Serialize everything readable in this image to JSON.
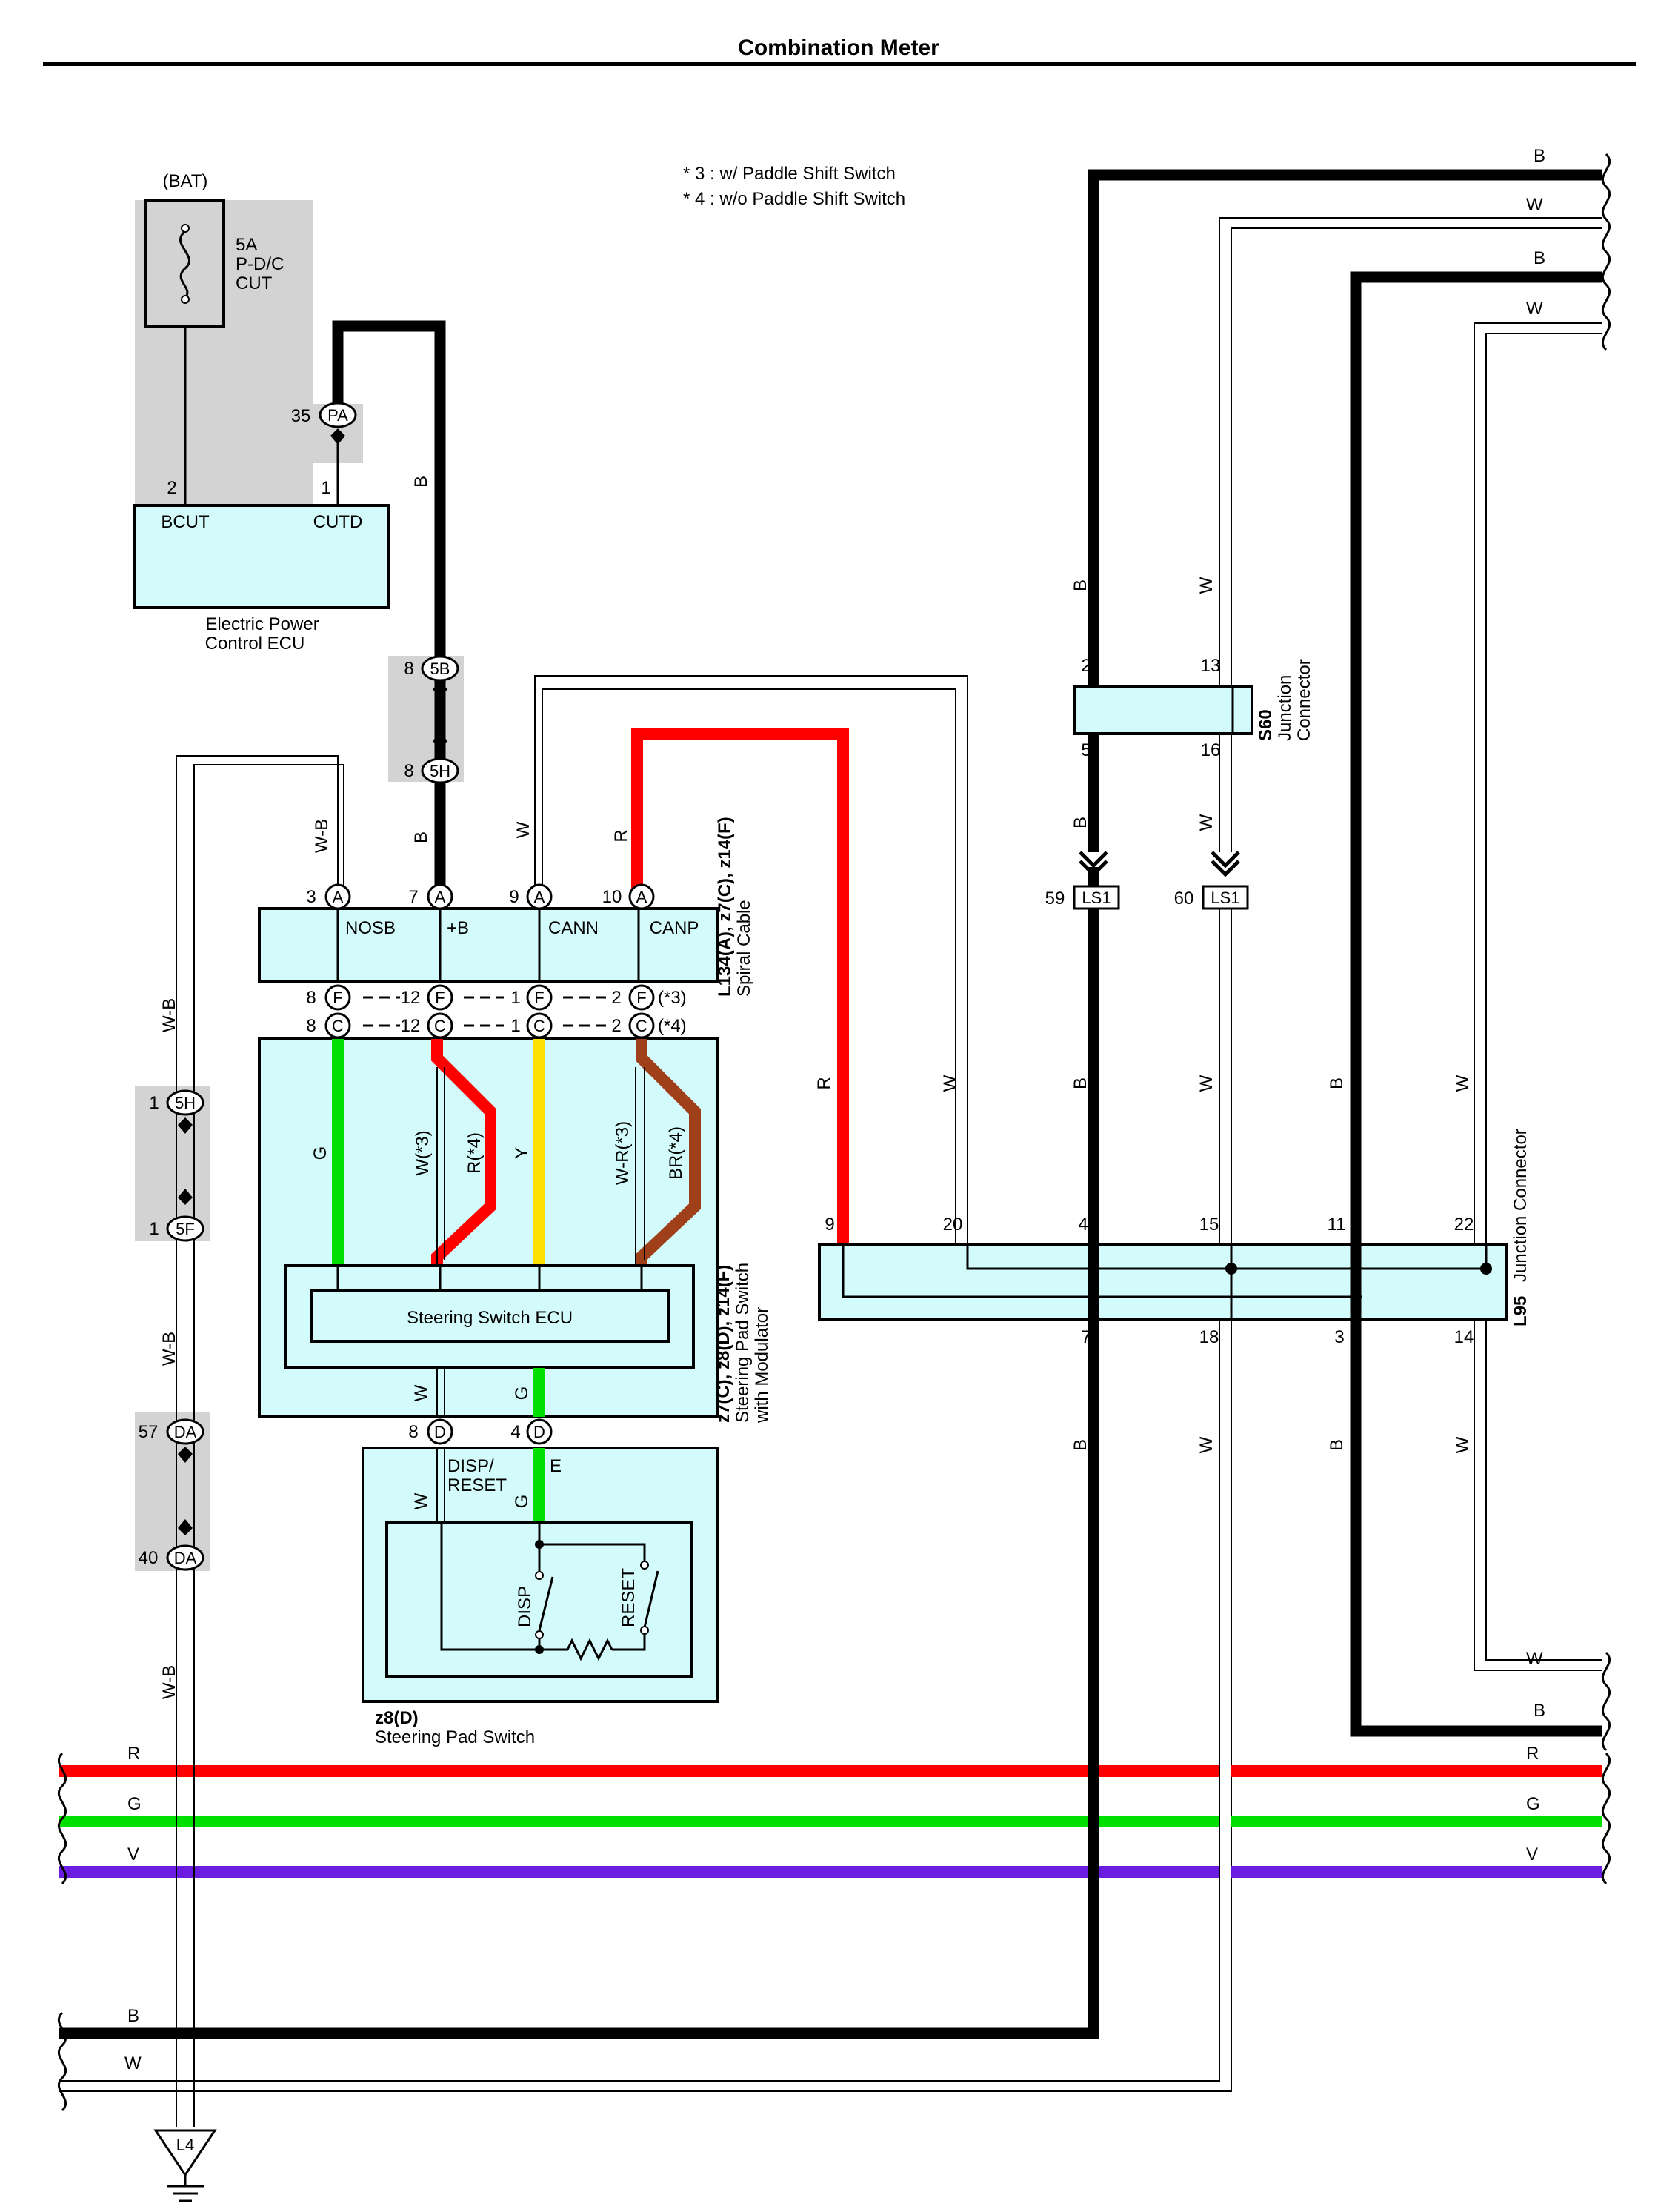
{
  "title": "Combination Meter",
  "notes": [
    "* 3 : w/ Paddle Shift Switch",
    "* 4 : w/o Paddle Shift Switch"
  ],
  "colors": {
    "B": "#000000",
    "W": "#ffffff",
    "R": "#ff0000",
    "G": "#00e000",
    "Y": "#ffe000",
    "BR": "#a0401a",
    "V": "#6a1de0",
    "component": "#d4fbfb"
  },
  "bat": "(BAT)",
  "fuse": {
    "amps": "5A",
    "name1": "P-D/C",
    "name2": "CUT"
  },
  "ecu": {
    "name1": "Electric Power",
    "name2": "Control ECU",
    "pin_bcut": "BCUT",
    "pin_cutd": "CUTD",
    "n_bcut": "2",
    "n_cutd": "1"
  },
  "pa": {
    "num": "35",
    "code": "PA"
  },
  "conn5B": {
    "num": "8",
    "code": "5B"
  },
  "conn5H": {
    "num": "8",
    "code": "5H"
  },
  "spiral": {
    "ids": "L134(A), z7(C), z14(F)",
    "name": "Spiral Cable",
    "pins": [
      {
        "num": "3",
        "code": "A",
        "label": "NOSB"
      },
      {
        "num": "7",
        "code": "A",
        "label": "+B"
      },
      {
        "num": "9",
        "code": "A",
        "label": "CANN"
      },
      {
        "num": "10",
        "code": "A",
        "label": "CANP"
      }
    ],
    "f_nums": [
      "8",
      "12",
      "1",
      "2"
    ],
    "f_code": "F",
    "f_note": "(*3)",
    "c_nums": [
      "8",
      "12",
      "1",
      "2"
    ],
    "c_code": "C",
    "c_note": "(*4)"
  },
  "ssw": {
    "ids": "z7(C), z8(D), z14(F)",
    "name1": "Steering Pad Switch",
    "name2": "with Modulator",
    "ecu": "Steering Switch ECU",
    "wire_g": "G",
    "wire_w3": "W(*3)",
    "wire_r4": "R(*4)",
    "wire_y": "Y",
    "wire_wr3": "W-R(*3)",
    "wire_br4": "BR(*4)",
    "wire_w_bot": "W",
    "wire_g_bot": "G",
    "d_pins": [
      {
        "num": "8",
        "code": "D"
      },
      {
        "num": "4",
        "code": "D"
      }
    ]
  },
  "pad": {
    "id": "z8(D)",
    "name": "Steering Pad Switch",
    "lbl1": "DISP/",
    "lbl2": "RESET",
    "lbl_e": "E",
    "w": "W",
    "g": "G",
    "disp": "DISP",
    "reset": "RESET"
  },
  "left": {
    "wb1": "W-B",
    "wb2": "W-B",
    "wb3": "W-B",
    "wb_top": "W-B",
    "c5H": {
      "num": "1",
      "code": "5H"
    },
    "c5F": {
      "num": "1",
      "code": "5F"
    },
    "cDA1": {
      "num": "57",
      "code": "DA"
    },
    "cDA2": {
      "num": "40",
      "code": "DA"
    },
    "ground": "L4"
  },
  "wire_b": "B",
  "wire_w": "W",
  "wire_r": "R",
  "s60": {
    "id": "S60",
    "name1": "Junction",
    "name2": "Connector",
    "p2": "2",
    "p13": "13",
    "p5": "5",
    "p16": "16"
  },
  "ls1": [
    {
      "num": "59",
      "code": "LS1"
    },
    {
      "num": "60",
      "code": "LS1"
    }
  ],
  "l95": {
    "id": "L95",
    "name": "Junction Connector",
    "top": [
      "9",
      "20",
      "4",
      "15",
      "11",
      "22"
    ],
    "bottom": [
      "7",
      "18",
      "3",
      "14"
    ]
  },
  "right_labels": [
    "B",
    "W",
    "B",
    "W"
  ],
  "right_bottom_labels": [
    "W",
    "B"
  ],
  "bus": [
    "R",
    "G",
    "V"
  ],
  "bottom_wires": [
    "B",
    "W"
  ]
}
